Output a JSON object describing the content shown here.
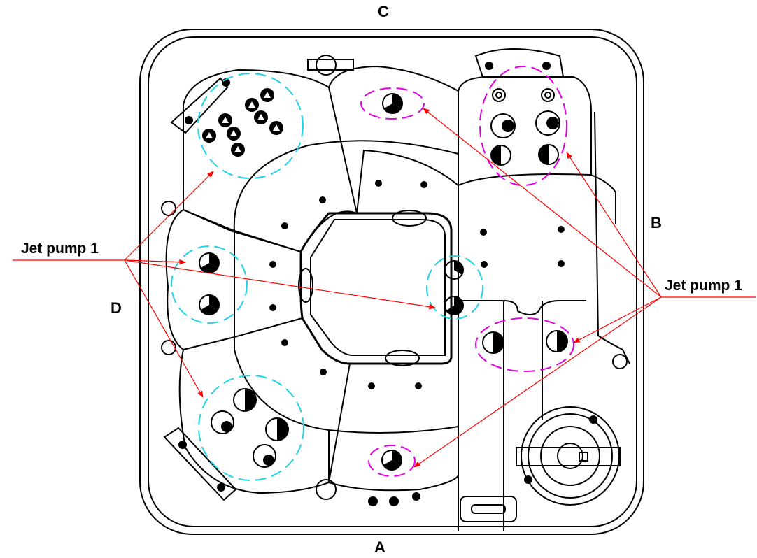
{
  "diagram": {
    "side_labels": {
      "top": "C",
      "right": "B",
      "bottom": "A",
      "left": "D"
    },
    "callouts": {
      "left": "Jet pump 1",
      "right": "Jet pump 1"
    },
    "colors": {
      "outline": "#000000",
      "group_left_pump": "#22d3e6",
      "group_right_pump": "#e000e0",
      "arrows": "#ff0000"
    }
  }
}
